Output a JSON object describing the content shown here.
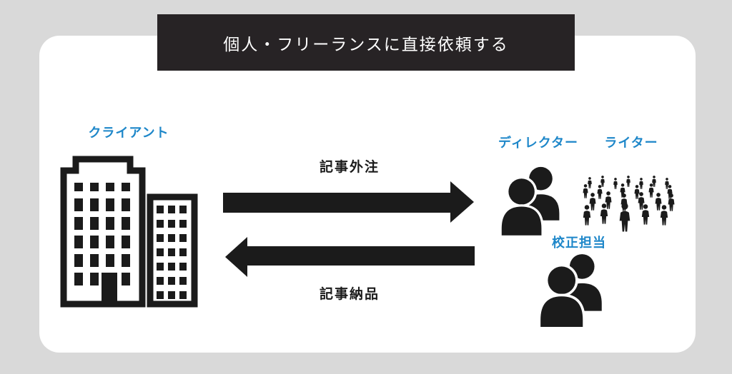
{
  "colors": {
    "background": "#d9d9d9",
    "card": "#ffffff",
    "banner_bg": "#272325",
    "banner_text": "#ffffff",
    "accent_blue": "#1e87c9",
    "icon_black": "#1b1b1b"
  },
  "banner": {
    "title": "個人・フリーランスに直接依頼する"
  },
  "nodes": {
    "client": {
      "label": "クライアント",
      "icon": "building-icon"
    },
    "director": {
      "label": "ディレクター",
      "icon": "two-people-icon"
    },
    "writer": {
      "label": "ライター",
      "icon": "crowd-icon"
    },
    "proofreader": {
      "label": "校正担当",
      "icon": "two-people-icon"
    }
  },
  "arrows": {
    "outsource": {
      "label": "記事外注",
      "direction": "right"
    },
    "delivery": {
      "label": "記事納品",
      "direction": "left"
    }
  }
}
